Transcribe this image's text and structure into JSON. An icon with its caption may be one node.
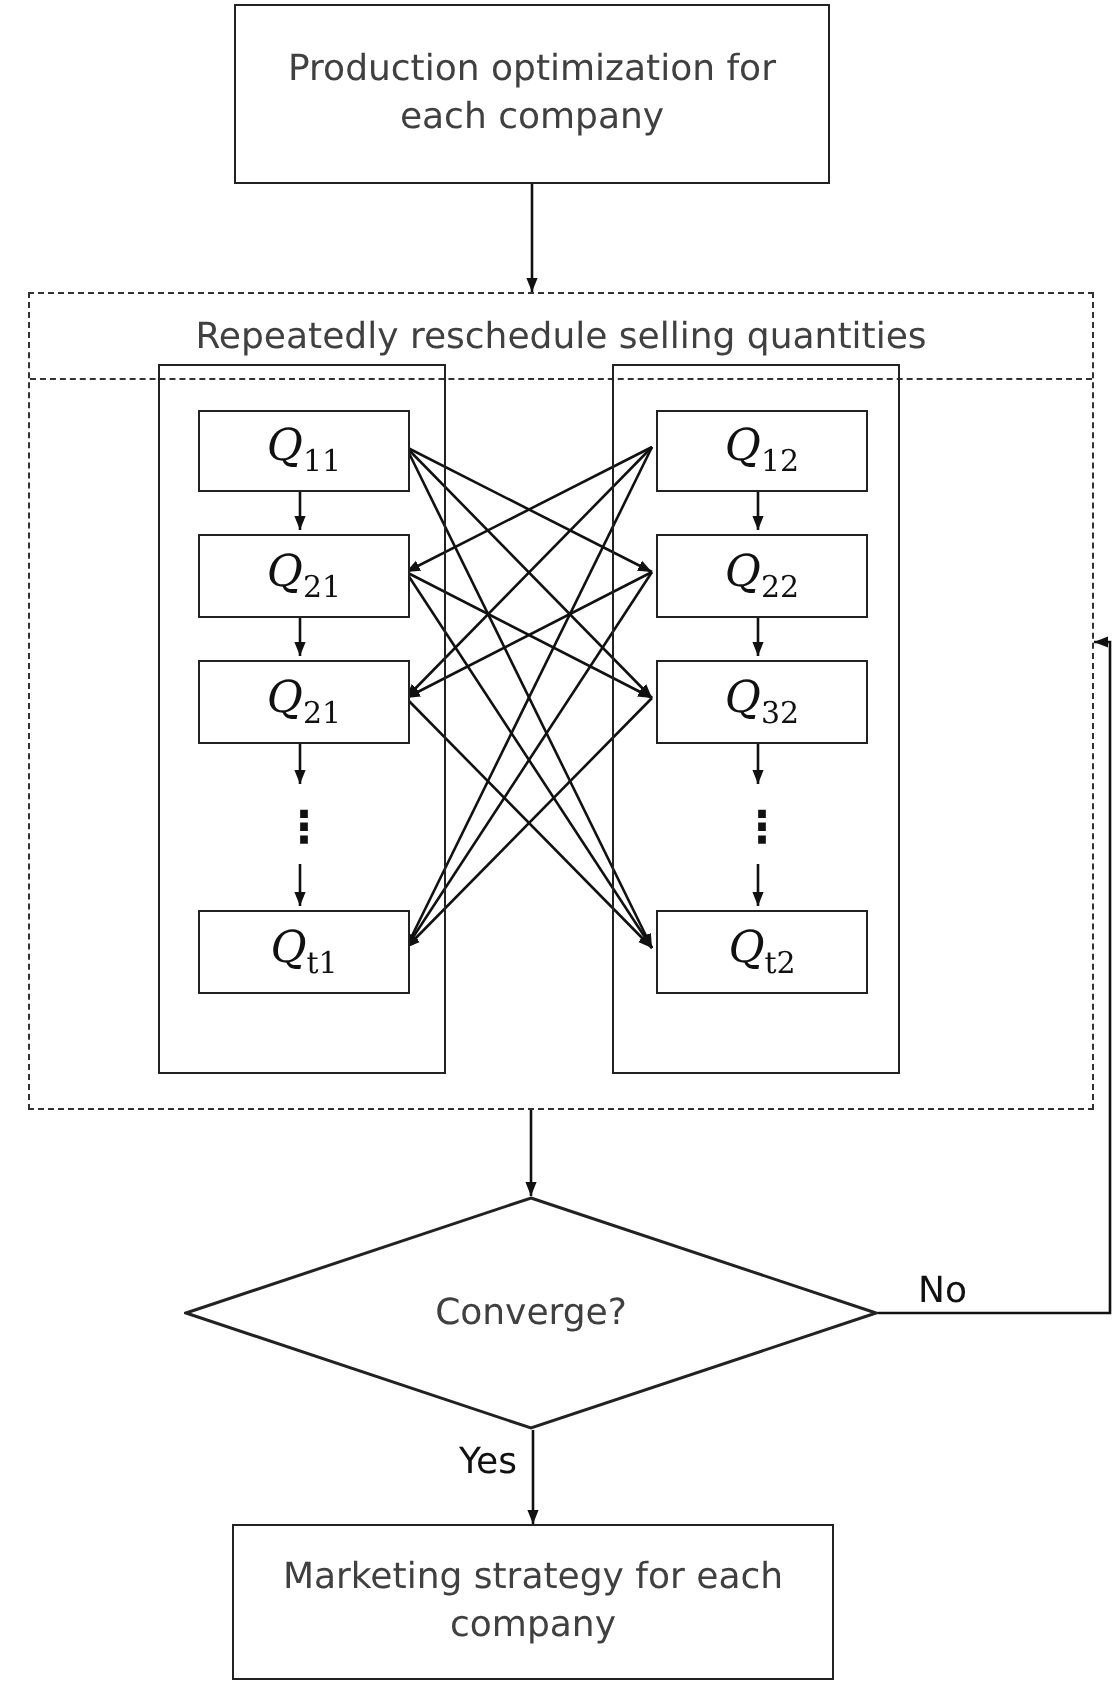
{
  "diagram": {
    "nodes": [
      {
        "text": [
          "Production optimization for each company"
        ]
      },
      {
        "text": [
          "Repeatedly reschedule selling quantities"
        ]
      },
      {
        "text": [],
        "shape": "box",
        "in": 1
      },
      {
        "text": [],
        "shape": "box",
        "in": 1
      },
      {
        "text": [
          "*Q*$_{11}$"
        ],
        "in": 2
      },
      {
        "text": [
          "*Q*$_{21}$"
        ],
        "in": 2
      },
      {
        "text": [
          "*Q*$_{21}$"
        ],
        "in": 2
      },
      {
        "text": [
          "⋮"
        ],
        "in": 2
      },
      {
        "text": [
          "*Q*$_{t1}$"
        ],
        "in": 2
      },
      {
        "text": [
          "*Q*$_{12}$"
        ],
        "in": 3
      },
      {
        "text": [
          "*Q*$_{22}$"
        ],
        "in": 3
      },
      {
        "text": [
          "*Q*$_{32}$"
        ],
        "in": 3
      },
      {
        "text": [
          "⋮"
        ],
        "in": 3
      },
      {
        "text": [
          "*Q*$_{t2}$"
        ],
        "in": 3
      },
      {
        "text": [
          "Converge?"
        ]
      },
      {
        "text": [
          "Marketing strategy for each company"
        ]
      }
    ],
    "edges": [
      {
        "from": 0,
        "to": 1,
        "arrow": "to"
      },
      {
        "from": 4,
        "to": 5,
        "arrow": "to"
      },
      {
        "from": 5,
        "to": 6,
        "arrow": "to"
      },
      {
        "from": 6,
        "to": 7,
        "arrow": "to"
      },
      {
        "from": 7,
        "to": 8,
        "arrow": "to"
      },
      {
        "from": 9,
        "to": 10,
        "arrow": "to"
      },
      {
        "from": 10,
        "to": 11,
        "arrow": "to"
      },
      {
        "from": 11,
        "to": 12,
        "arrow": "to"
      },
      {
        "from": 12,
        "to": 13,
        "arrow": "to"
      },
      {
        "from": 4,
        "to": 10,
        "arrow": "to"
      },
      {
        "from": 4,
        "to": 11,
        "arrow": "to"
      },
      {
        "from": 4,
        "to": 13,
        "arrow": "to"
      },
      {
        "from": 5,
        "to": 11,
        "arrow": "to"
      },
      {
        "from": 5,
        "to": 13,
        "arrow": "to"
      },
      {
        "from": 6,
        "to": 13,
        "arrow": "to"
      },
      {
        "from": 9,
        "to": 5,
        "arrow": "to"
      },
      {
        "from": 9,
        "to": 6,
        "arrow": "to"
      },
      {
        "from": 9,
        "to": 8,
        "arrow": "to"
      },
      {
        "from": 10,
        "to": 6,
        "arrow": "to"
      },
      {
        "from": 10,
        "to": 8,
        "arrow": "to"
      },
      {
        "from": 11,
        "to": 8,
        "arrow": "to"
      },
      {
        "from": 1,
        "to": 14,
        "arrow": "to"
      },
      {
        "from": 14,
        "to": 15,
        "label": "Yes",
        "arrow": "to"
      },
      {
        "from": 14,
        "to": 1,
        "label": "No",
        "arrow": "to"
      }
    ]
  }
}
